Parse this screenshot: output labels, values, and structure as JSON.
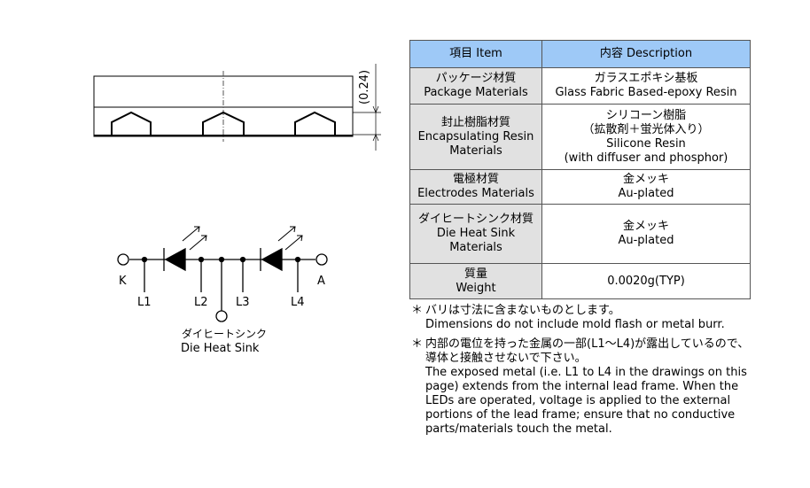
{
  "package_drawing": {
    "dimension_label": "(0.24)"
  },
  "circuit": {
    "labels": {
      "k": "K",
      "a": "A",
      "l1": "L1",
      "l2": "L2",
      "l3": "L3",
      "l4": "L4",
      "die_jp": "ダイヒートシンク",
      "die_en": "Die Heat Sink"
    }
  },
  "table": {
    "header": {
      "item": "項目 Item",
      "description": "内容 Description"
    },
    "rows": [
      {
        "item": [
          "パッケージ材質",
          "Package Materials"
        ],
        "desc": [
          "ガラスエポキシ基板",
          "Glass Fabric Based-epoxy Resin"
        ]
      },
      {
        "item": [
          "封止樹脂材質",
          "Encapsulating Resin",
          "Materials"
        ],
        "desc": [
          "シリコーン樹脂",
          "（拡散剤＋蛍光体入り）",
          "Silicone Resin",
          "(with diffuser and phosphor)"
        ]
      },
      {
        "item": [
          "電極材質",
          "Electrodes Materials"
        ],
        "desc": [
          "金メッキ",
          "Au-plated"
        ]
      },
      {
        "item": [
          "ダイヒートシンク材質",
          "Die Heat Sink",
          "Materials"
        ],
        "desc": [
          "金メッキ",
          "Au-plated"
        ]
      },
      {
        "item": [
          "質量",
          "Weight"
        ],
        "desc": [
          "0.0020g(TYP)"
        ]
      }
    ],
    "colors": {
      "header_bg": "#9ec9f7",
      "item_bg": "#e1e1e1"
    }
  },
  "notes": [
    {
      "mark": "＊",
      "lines": [
        "バリは寸法に含まないものとします。",
        "Dimensions do not include mold flash or metal burr."
      ]
    },
    {
      "mark": "＊",
      "lines": [
        "内部の電位を持った金属の一部(L1～L4)が露出しているので、",
        "導体と接触させないで下さい。",
        "The exposed metal (i.e. L1 to L4 in the drawings on this",
        "page) extends from the internal lead frame. When the",
        "LEDs are operated, voltage is applied to the external",
        "portions of the lead frame; ensure that no conductive",
        "parts/materials touch the metal."
      ]
    }
  ]
}
